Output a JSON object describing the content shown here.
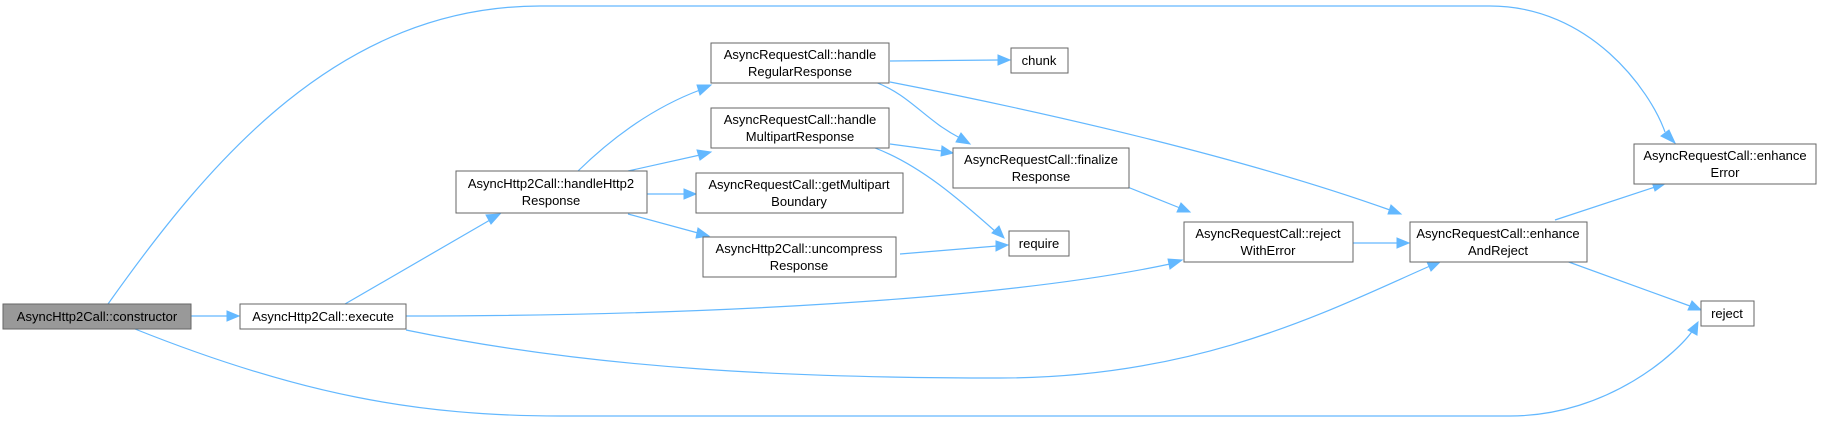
{
  "edge_color": "#63b8ff",
  "node_border_color": "#666666",
  "root_fill_color": "#999999",
  "nodes": {
    "constructor": {
      "lines": [
        "AsyncHttp2Call::constructor"
      ]
    },
    "execute": {
      "lines": [
        "AsyncHttp2Call::execute"
      ]
    },
    "handleHttp2Response": {
      "lines": [
        "AsyncHttp2Call::handleHttp2",
        "Response"
      ]
    },
    "handleRegularResponse": {
      "lines": [
        "AsyncRequestCall::handle",
        "RegularResponse"
      ]
    },
    "handleMultipartResponse": {
      "lines": [
        "AsyncRequestCall::handle",
        "MultipartResponse"
      ]
    },
    "getMultipartBoundary": {
      "lines": [
        "AsyncRequestCall::getMultipart",
        "Boundary"
      ]
    },
    "uncompressResponse": {
      "lines": [
        "AsyncHttp2Call::uncompress",
        "Response"
      ]
    },
    "chunk": {
      "lines": [
        "chunk"
      ]
    },
    "finalizeResponse": {
      "lines": [
        "AsyncRequestCall::finalize",
        "Response"
      ]
    },
    "require": {
      "lines": [
        "require"
      ]
    },
    "rejectWithError": {
      "lines": [
        "AsyncRequestCall::reject",
        "WithError"
      ]
    },
    "enhanceAndReject": {
      "lines": [
        "AsyncRequestCall::enhance",
        "AndReject"
      ]
    },
    "enhanceError": {
      "lines": [
        "AsyncRequestCall::enhance",
        "Error"
      ]
    },
    "reject": {
      "lines": [
        "reject"
      ]
    }
  },
  "edges": [
    [
      "constructor",
      "execute"
    ],
    [
      "constructor",
      "enhanceError"
    ],
    [
      "constructor",
      "reject"
    ],
    [
      "execute",
      "handleHttp2Response"
    ],
    [
      "execute",
      "rejectWithError"
    ],
    [
      "execute",
      "enhanceAndReject"
    ],
    [
      "handleHttp2Response",
      "handleRegularResponse"
    ],
    [
      "handleHttp2Response",
      "handleMultipartResponse"
    ],
    [
      "handleHttp2Response",
      "getMultipartBoundary"
    ],
    [
      "handleHttp2Response",
      "uncompressResponse"
    ],
    [
      "handleRegularResponse",
      "chunk"
    ],
    [
      "handleRegularResponse",
      "finalizeResponse"
    ],
    [
      "handleRegularResponse",
      "enhanceAndReject"
    ],
    [
      "handleMultipartResponse",
      "finalizeResponse"
    ],
    [
      "handleMultipartResponse",
      "require"
    ],
    [
      "uncompressResponse",
      "require"
    ],
    [
      "finalizeResponse",
      "rejectWithError"
    ],
    [
      "rejectWithError",
      "enhanceAndReject"
    ],
    [
      "enhanceAndReject",
      "enhanceError"
    ],
    [
      "enhanceAndReject",
      "reject"
    ]
  ]
}
